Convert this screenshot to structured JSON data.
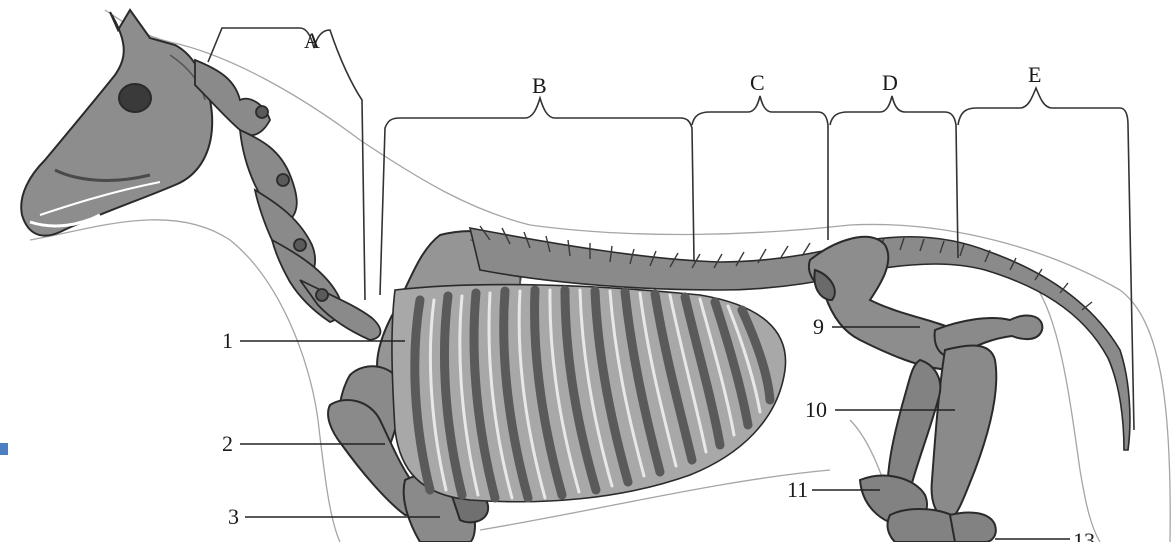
{
  "region_labels": {
    "a": "A",
    "b": "B",
    "c": "C",
    "d": "D",
    "e": "E"
  },
  "part_labels": {
    "p1": "1",
    "p2": "2",
    "p3": "3",
    "p9": "9",
    "p10": "10",
    "p11": "11",
    "p13": "13"
  },
  "colors": {
    "bone": "#8a8a8a",
    "bone_dark": "#5a5a5a",
    "outline": "#2a2a2a",
    "body_outline": "#9a9a9a",
    "bracket": "#333333",
    "marker": "#4a7fc1"
  }
}
